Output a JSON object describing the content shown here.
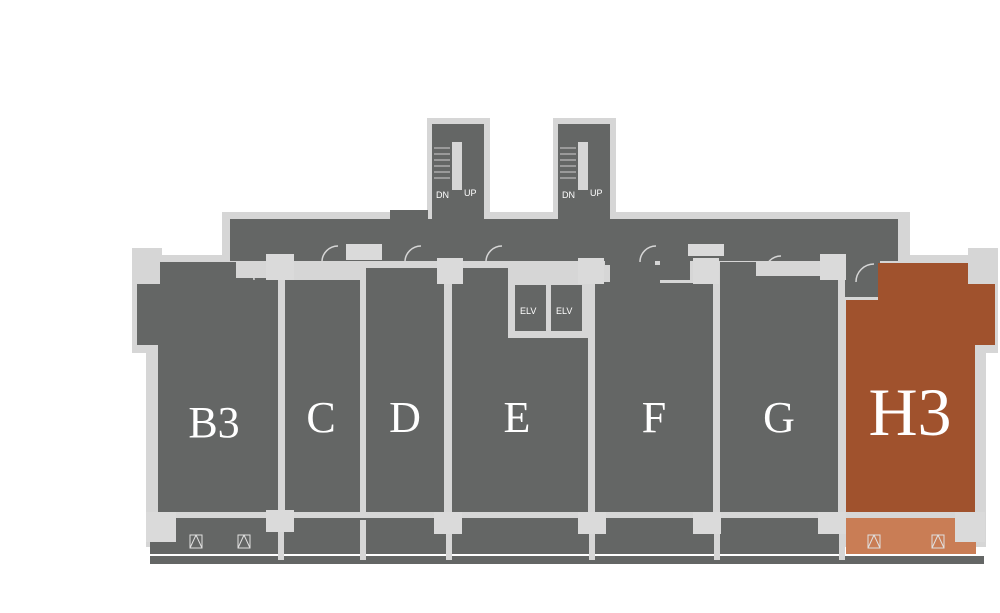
{
  "units": [
    {
      "id": "B3",
      "label": "B3",
      "highlighted": false
    },
    {
      "id": "C",
      "label": "C",
      "highlighted": false
    },
    {
      "id": "D",
      "label": "D",
      "highlighted": false
    },
    {
      "id": "E",
      "label": "E",
      "highlighted": false
    },
    {
      "id": "F",
      "label": "F",
      "highlighted": false
    },
    {
      "id": "G",
      "label": "G",
      "highlighted": false
    },
    {
      "id": "H3",
      "label": "H3",
      "highlighted": true
    }
  ],
  "stairs": [
    {
      "down_label": "DN",
      "up_label": "UP"
    },
    {
      "down_label": "DN",
      "up_label": "UP"
    }
  ],
  "elevators": [
    {
      "label": "ELV"
    },
    {
      "label": "ELV"
    }
  ],
  "colors": {
    "unit_fill": "#646665",
    "highlight_fill": "#a0522d",
    "wall": "#d4d4d4",
    "balcony_highlight": "#c97d55"
  }
}
